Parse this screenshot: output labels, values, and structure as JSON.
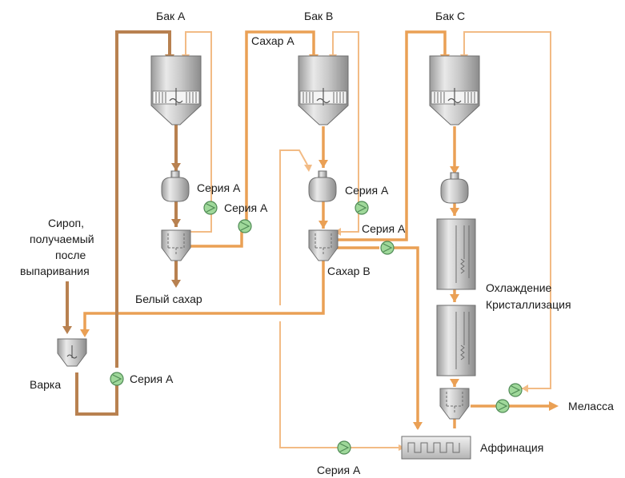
{
  "colors": {
    "pipe_dark": "#b88150",
    "pipe_main": "#eaa055",
    "pipe_light": "#f2bb85",
    "pump_fill": "#9fd89a",
    "equipment_fill": "#c4c4c4"
  },
  "labels": {
    "tank_a": "Бак А",
    "tank_b": "Бак В",
    "tank_c": "Бак С",
    "sugar_a": "Сахар А",
    "sugar_b": "Сахар В",
    "white_sugar": "Белый сахар",
    "syrup_1": "Сироп,",
    "syrup_2": "получаемый",
    "syrup_3": "после",
    "syrup_4": "выпаривания",
    "boiling": "Варка",
    "series_a": "Серия А",
    "cooling": "Охлаждение",
    "crystallization": "Кристаллизация",
    "molasses": "Меласса",
    "affination": "Аффинация"
  },
  "icons": {
    "tank": "mixing-tank-icon",
    "pump": "pump-icon",
    "centrifuge": "centrifuge-icon",
    "crystallizer": "crystallizer-icon",
    "affination": "affination-unit-icon",
    "boiler": "vacuum-pan-icon"
  }
}
